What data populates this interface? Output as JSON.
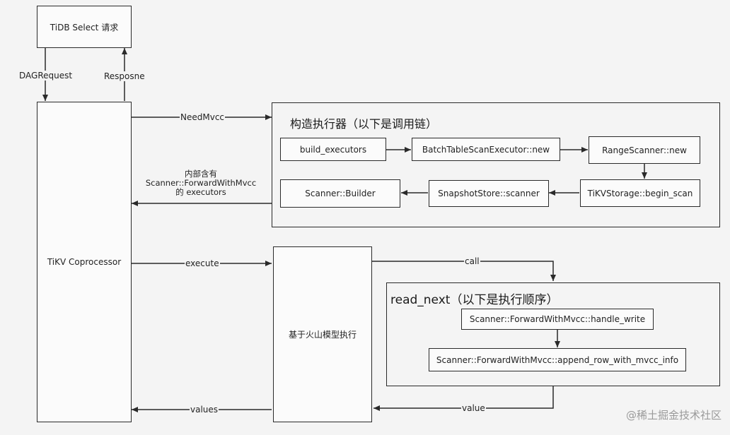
{
  "nodes": {
    "tidb_select": "TiDB Select 请求",
    "tikv_coprocessor": "TiKV Coprocessor",
    "build_executors": "build_executors",
    "batch_table_scan": "BatchTableScanExecutor::new",
    "range_scanner": "RangeScanner::new",
    "tikv_storage": "TiKVStorage::begin_scan",
    "snapshot_store": "SnapshotStore::scanner",
    "scanner_builder": "Scanner::Builder",
    "volcano_exec": "基于火山模型执行",
    "handle_write": "Scanner::ForwardWithMvcc::handle_write",
    "append_row": "Scanner::ForwardWithMvcc::append_row_with_mvcc_info"
  },
  "panels": {
    "construct_title": "构造执行器（以下是调用链）",
    "read_next_title": "read_next（以下是执行顺序）"
  },
  "edges": {
    "dag_request": "DAGRequest",
    "response": "Resposne",
    "need_mvcc": "NeedMvcc",
    "executors_line1": "内部含有",
    "executors_line2": "Scanner::ForwardWithMvcc",
    "executors_line3": "的 executors",
    "execute": "execute",
    "call": "call",
    "values": "values",
    "value": "value"
  },
  "watermark": "@稀土掘金技术社区"
}
